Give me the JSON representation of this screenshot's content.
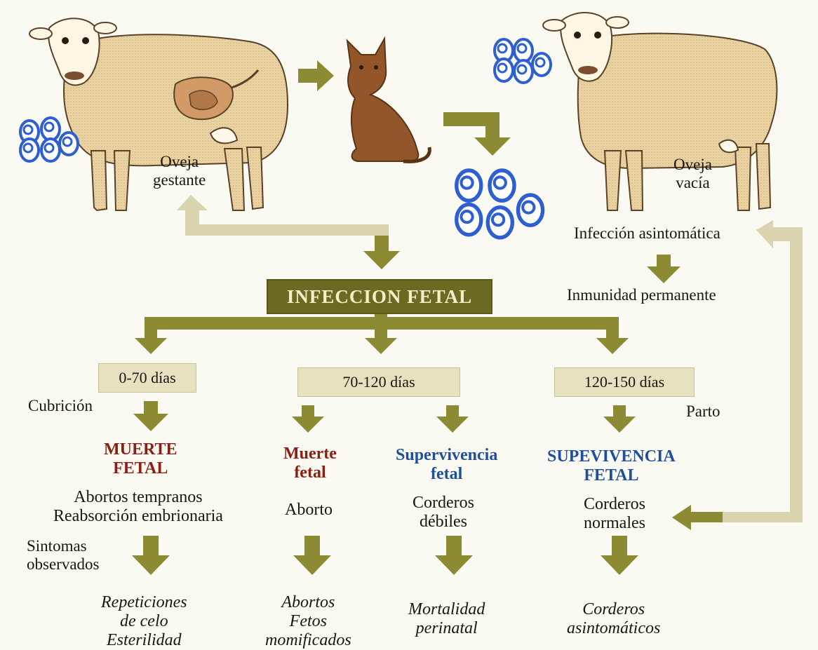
{
  "colors": {
    "arrow": "#8c8a33",
    "arrow_light": "#d9d4ad",
    "fetal_box": "#6a6a22",
    "period_box": "#e6e1bf",
    "red_text": "#8e1d12",
    "blue_text": "#1e4f9c",
    "oocyst_blue": "#2e5fd0",
    "sheep_fill": "#ecd6a6",
    "cat_fill": "#93562b"
  },
  "icons": [
    "pregnant-sheep-icon",
    "cat-icon",
    "empty-sheep-icon",
    "oocyst-cluster-icon"
  ],
  "sheep_left": {
    "label_line1": "Oveja",
    "label_line2": "gestante"
  },
  "sheep_right": {
    "label_line1": "Oveja",
    "label_line2": "vacía"
  },
  "right_branch": {
    "infection": "Infección asintomática",
    "immunity": "Inmunidad permanente"
  },
  "fetal_infection": "INFECCION FETAL",
  "periods": {
    "p1": "0-70 días",
    "p2": "70-120 días",
    "p3": "120-150 días"
  },
  "side_notes": {
    "cubricion": "Cubrición",
    "parto": "Parto",
    "sintomas_line1": "Sintomas",
    "sintomas_line2": "observados"
  },
  "outcomes": {
    "o1": {
      "title_line1": "MUERTE",
      "title_line2": "FETAL",
      "desc_line1": "Abortos tempranos",
      "desc_line2": "Reabsorción embrionaria",
      "result_line1": "Repeticiones",
      "result_line2": "de celo",
      "result_line3": "Esterilidad"
    },
    "o2": {
      "title_line1": "Muerte",
      "title_line2": "fetal",
      "desc_line1": "Aborto",
      "result_line1": "Abortos",
      "result_line2": "Fetos",
      "result_line3": "momificados"
    },
    "o3": {
      "title_line1": "Supervivencia",
      "title_line2": "fetal",
      "desc_line1": "Corderos",
      "desc_line2": "débiles",
      "result_line1": "Mortalidad",
      "result_line2": "perinatal"
    },
    "o4": {
      "title_line1": "SUPEVIVENCIA",
      "title_line2": "FETAL",
      "desc_line1": "Corderos",
      "desc_line2": "normales",
      "result_line1": "Corderos",
      "result_line2": "asintomáticos"
    }
  }
}
